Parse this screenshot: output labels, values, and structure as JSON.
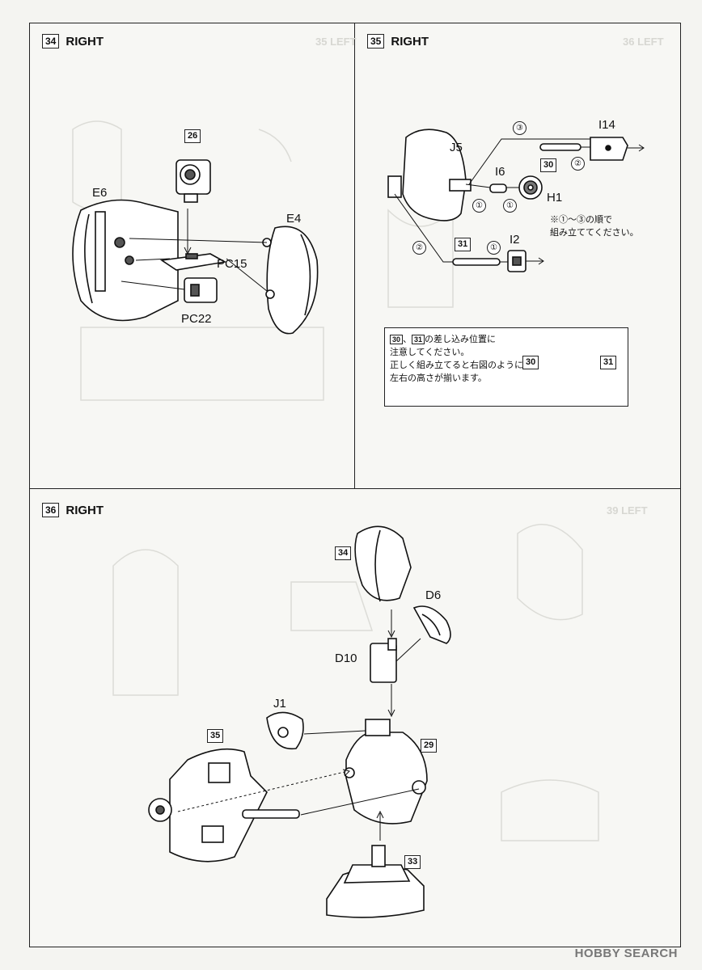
{
  "steps": {
    "s34": {
      "num": "34",
      "title": "RIGHT"
    },
    "s35": {
      "num": "35",
      "title": "RIGHT"
    },
    "s36": {
      "num": "36",
      "title": "RIGHT"
    }
  },
  "parts34": {
    "e6": "E6",
    "e4": "E4",
    "pc15": "PC15",
    "pc22": "PC22",
    "ref26": "26"
  },
  "parts35": {
    "j5": "J5",
    "i14": "I14",
    "i6": "I6",
    "h1": "H1",
    "i2": "I2",
    "ref30": "30",
    "ref31": "31",
    "c1a": "①",
    "c1b": "①",
    "c1c": "①",
    "c2a": "②",
    "c2b": "②",
    "c3": "③",
    "order_note_1": "※①～③の順で",
    "order_note_2": "組み立ててください。",
    "caution": {
      "ref30": "30",
      "ref31": "31",
      "line1": "の差し込み位置に",
      "line2": "注意してください。",
      "line3": "正しく組み立てると右図のように",
      "line4": "左右の高さが揃います。",
      "fig30": "30",
      "fig31": "31"
    }
  },
  "parts36": {
    "ref34": "34",
    "d6": "D6",
    "d10": "D10",
    "j1": "J1",
    "ref35": "35",
    "ref29": "29",
    "ref33": "33"
  },
  "watermark": "HOBBY SEARCH"
}
